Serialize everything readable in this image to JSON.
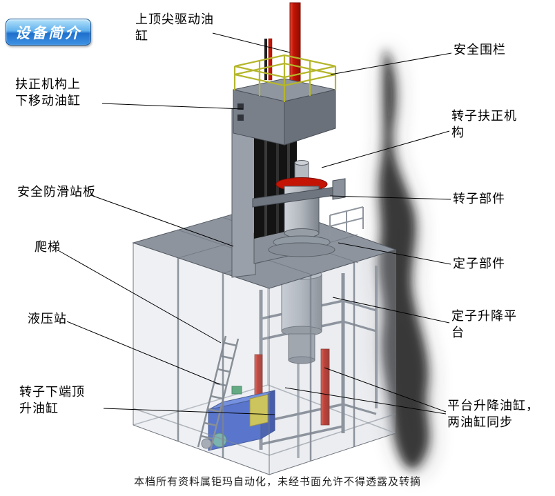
{
  "page": {
    "badge": "设备简介",
    "watermark": "本档所有资料属钜玛自动化，未经书面允许不得透露及转摘",
    "background": "#ffffff"
  },
  "colors": {
    "badge_blue_light": "#b4e2fa",
    "badge_blue_dark": "#1e70cc",
    "cylinder_red": "#c41405",
    "railing_yellow": "#b5b62b",
    "hydraulic_blue": "#2a50c8",
    "aux_yellow_box": "#cfc028",
    "platform_gray": "#8d949e",
    "enclosure_gray": "#c6cdd6",
    "shadow_smudge": "#121214",
    "leader_line": "#000000",
    "label_text": "#000000"
  },
  "labels": [
    {
      "id": "top-drive-cylinder",
      "text": "上顶尖驱动油\n缸"
    },
    {
      "id": "safety-fence",
      "text": "安全围栏"
    },
    {
      "id": "centering-lift-cylinder",
      "text": "扶正机构上\n下移动油缸"
    },
    {
      "id": "rotor-centering-mechanism",
      "text": "转子扶正机\n构"
    },
    {
      "id": "anti-slip-platform",
      "text": "安全防滑站板"
    },
    {
      "id": "rotor-part",
      "text": "转子部件"
    },
    {
      "id": "ladder",
      "text": "爬梯"
    },
    {
      "id": "stator-part",
      "text": "定子部件"
    },
    {
      "id": "hydraulic-station",
      "text": "液压站"
    },
    {
      "id": "stator-lift-platform",
      "text": "定子升降平\n台"
    },
    {
      "id": "rotor-bottom-jack-cylinder",
      "text": "转子下端顶\n升油缸"
    },
    {
      "id": "platform-lift-cylinders",
      "text": "平台升降油缸，\n两油缸同步"
    }
  ]
}
